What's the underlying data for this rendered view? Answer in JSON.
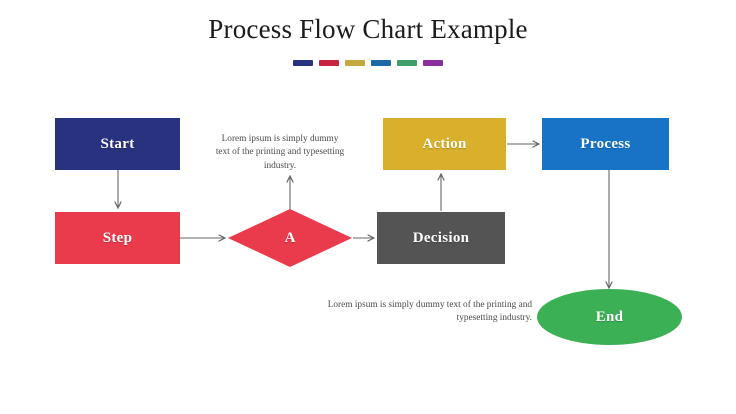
{
  "title": "Process Flow Chart Example",
  "accent_bars": [
    {
      "name": "bar-navy",
      "color": "#28327f"
    },
    {
      "name": "bar-red",
      "color": "#c9243f"
    },
    {
      "name": "bar-gold",
      "color": "#c2aa3e"
    },
    {
      "name": "bar-blue",
      "color": "#1b6ba8"
    },
    {
      "name": "bar-green",
      "color": "#3f9d6a"
    },
    {
      "name": "bar-purple",
      "color": "#8a2e9e"
    }
  ],
  "nodes": {
    "start": {
      "label": "Start",
      "shape": "rectangle",
      "color": "#28327f"
    },
    "step": {
      "label": "Step",
      "shape": "rectangle",
      "color": "#ea3b4d"
    },
    "a": {
      "label": "A",
      "shape": "diamond",
      "color": "#ea3b4d"
    },
    "decision": {
      "label": "Decision",
      "shape": "rectangle",
      "color": "#545454"
    },
    "action": {
      "label": "Action",
      "shape": "rectangle",
      "color": "#d9b02c"
    },
    "process": {
      "label": "Process",
      "shape": "rectangle",
      "color": "#1873c6"
    },
    "end": {
      "label": "End",
      "shape": "ellipse",
      "color": "#3cb054"
    }
  },
  "notes": {
    "top": "Lorem ipsum is simply dummy text of the printing and typesetting industry.",
    "bottom": "Lorem ipsum is simply dummy text of the printing and typesetting industry."
  },
  "connectors": [
    {
      "name": "start-to-step",
      "from": "start",
      "to": "step",
      "direction": "down"
    },
    {
      "name": "step-to-a",
      "from": "step",
      "to": "a",
      "direction": "right"
    },
    {
      "name": "a-to-note",
      "from": "a",
      "to": "note-top",
      "direction": "up"
    },
    {
      "name": "a-to-decision",
      "from": "a",
      "to": "decision",
      "direction": "right"
    },
    {
      "name": "decision-to-action",
      "from": "decision",
      "to": "action",
      "direction": "up"
    },
    {
      "name": "action-to-process",
      "from": "action",
      "to": "process",
      "direction": "right"
    },
    {
      "name": "process-to-end",
      "from": "process",
      "to": "end",
      "direction": "down"
    }
  ],
  "colors": {
    "background": "#ffffff",
    "title_text": "#1b1b1b",
    "note_text": "#4a4a4a",
    "connector": "#666666"
  }
}
